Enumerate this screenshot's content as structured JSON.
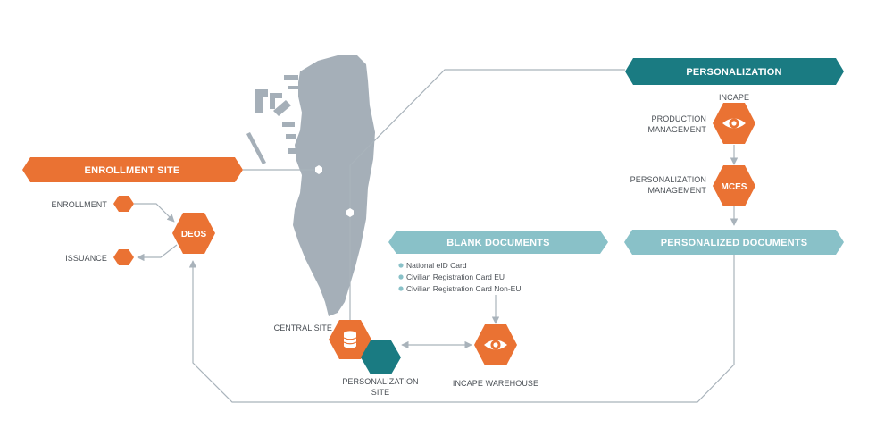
{
  "colors": {
    "orange": "#ea7233",
    "teal": "#1a7b82",
    "light_teal": "#89c1c8",
    "map_gray": "#a5afb8",
    "line_gray": "#a9b3bb",
    "text": "#4a4f55"
  },
  "bars": {
    "enrollment_site": "ENROLLMENT SITE",
    "personalization": "PERSONALIZATION",
    "blank_documents": "BLANK DOCUMENTS",
    "personalized_documents": "PERSONALIZED DOCUMENTS"
  },
  "enrollment": {
    "enrollment_label": "ENROLLMENT",
    "issuance_label": "ISSUANCE",
    "deos_label": "DEOS"
  },
  "personalization": {
    "incape_label": "INCAPE",
    "production_management": [
      "PRODUCTION",
      "MANAGEMENT"
    ],
    "personalization_management": [
      "PERSONALIZATION",
      "MANAGEMENT"
    ],
    "mces_label": "MCES"
  },
  "blank_documents": {
    "items": [
      "National eID Card",
      "Civilian Registration Card EU",
      "Civilian Registration Card Non-EU"
    ]
  },
  "sites": {
    "central_site": "CENTRAL SITE",
    "personalization_site": [
      "PERSONALIZATION",
      "SITE"
    ],
    "incape_warehouse": "INCAPE WAREHOUSE"
  },
  "icons": {
    "eye": "eye-icon",
    "database": "database-icon"
  }
}
